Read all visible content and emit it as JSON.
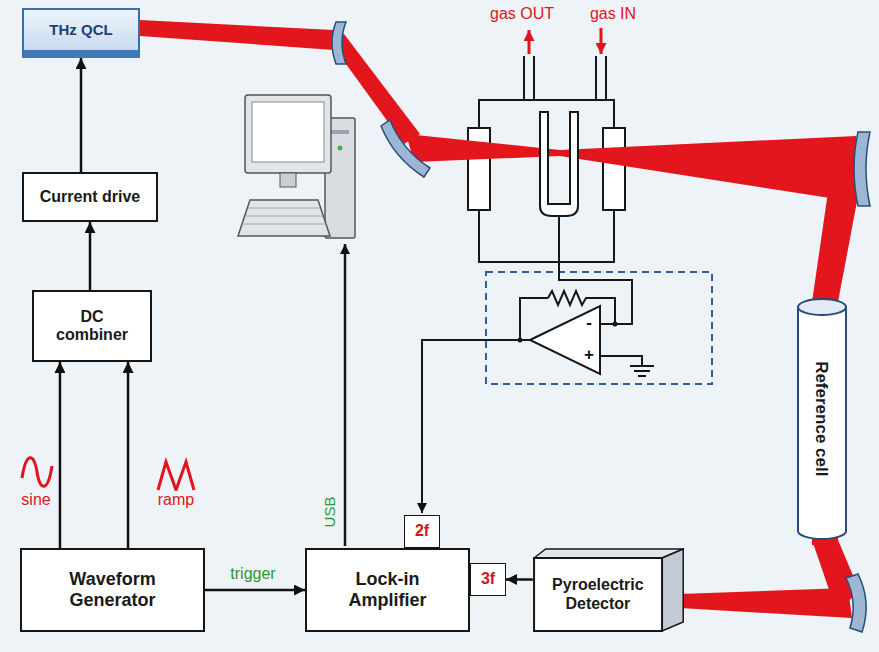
{
  "diagram": {
    "nodes": [
      {
        "text": [
          "THz QCL"
        ]
      },
      {
        "text": [
          "Current drive"
        ]
      },
      {
        "text": [
          "DC combiner"
        ]
      },
      {
        "text": [
          "Waveform Generator"
        ]
      },
      {
        "text": [
          "Lock-in Amplifier"
        ]
      },
      {
        "text": [
          "2f"
        ]
      },
      {
        "text": [
          "3f"
        ]
      },
      {
        "text": [
          "Pyroelectric Detector"
        ]
      },
      {
        "text": [
          "Reference cell"
        ]
      }
    ],
    "edges": [
      {
        "from": 3,
        "to": 2,
        "arrow": "to",
        "label": "sine"
      },
      {
        "from": 3,
        "to": 2,
        "arrow": "to",
        "label": "ramp"
      },
      {
        "from": 2,
        "to": 1,
        "arrow": "to"
      },
      {
        "from": 1,
        "to": 0,
        "arrow": "to"
      },
      {
        "from": 3,
        "to": 4,
        "arrow": "to",
        "label": "trigger"
      },
      {
        "from": 7,
        "to": 6,
        "arrow": "to"
      }
    ],
    "labels": [
      "gas OUT",
      "gas IN",
      "USB",
      "-",
      "+"
    ]
  }
}
